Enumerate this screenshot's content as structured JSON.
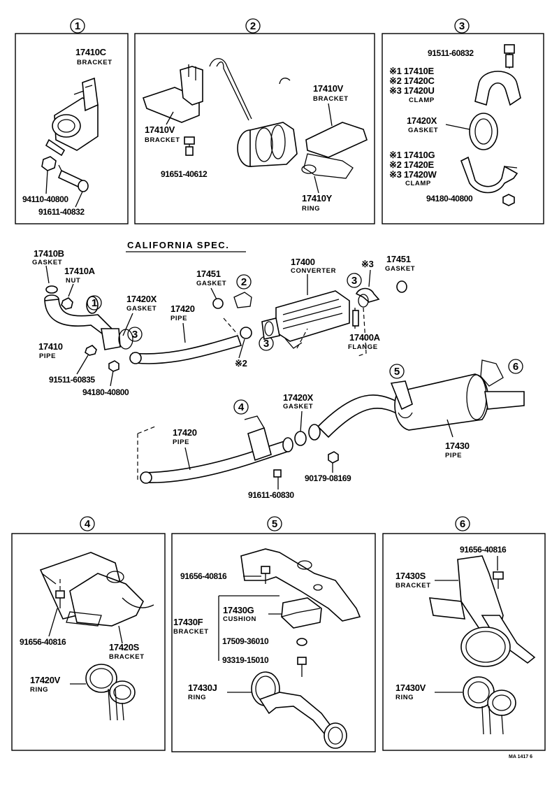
{
  "panels": {
    "p1": {
      "number": "1",
      "bracket": {
        "code": "17410C",
        "name": "BRACKET"
      },
      "nut_code": "94110-40800",
      "bolt_code": "91611-40832"
    },
    "p2": {
      "number": "2",
      "bracket_right": {
        "code": "17410V",
        "name": "BRACKET"
      },
      "bracket_left": {
        "code": "17410V",
        "name": "BRACKET"
      },
      "bolt_code": "91651-40612",
      "ring": {
        "code": "17410Y",
        "name": "RING"
      }
    },
    "p3": {
      "number": "3",
      "bolt_code": "91511-60832",
      "clamp_upper": {
        "l1": "※1 17410E",
        "l2": "※2 17420C",
        "l3": "※3 17420U",
        "name": "CLAMP"
      },
      "gasket": {
        "code": "17420X",
        "name": "GASKET"
      },
      "clamp_lower": {
        "l1": "※1 17410G",
        "l2": "※2 17420E",
        "l3": "※3 17420W",
        "name": "CLAMP"
      },
      "nut_code": "94180-40800"
    },
    "p4": {
      "number": "4",
      "bolt_code": "91656-40816",
      "bracket": {
        "code": "17420S",
        "name": "BRACKET"
      },
      "ring": {
        "code": "17420V",
        "name": "RING"
      }
    },
    "p5": {
      "number": "5",
      "bolt_code": "91656-40816",
      "cushion": {
        "code": "17430G",
        "name": "CUSHION"
      },
      "bracket": {
        "code": "17430F",
        "name": "BRACKET"
      },
      "washer_code": "17509-36010",
      "bolt2_code": "93319-15010",
      "ring": {
        "code": "17430J",
        "name": "RING"
      }
    },
    "p6": {
      "number": "6",
      "bolt_code": "91656-40816",
      "bracket": {
        "code": "17430S",
        "name": "BRACKET"
      },
      "ring": {
        "code": "17430V",
        "name": "RING"
      }
    }
  },
  "main": {
    "spec_title": "CALIFORNIA  SPEC.",
    "gasket_17410B": {
      "code": "17410B",
      "name": "GASKET"
    },
    "nut_17410A": {
      "code": "17410A",
      "name": "NUT"
    },
    "gasket_17420X_a": {
      "code": "17420X",
      "name": "GASKET"
    },
    "pipe_17420_a": {
      "code": "17420",
      "name": "PIPE"
    },
    "gasket_17451_a": {
      "code": "17451",
      "name": "GASKET"
    },
    "converter": {
      "code": "17400",
      "name": "CONVERTER"
    },
    "mark3": "※3",
    "gasket_17451_b": {
      "code": "17451",
      "name": "GASKET"
    },
    "flange": {
      "code": "17400A",
      "name": "FLANGE"
    },
    "pipe_17410": {
      "code": "17410",
      "name": "PIPE"
    },
    "bolt_91511": "91511-60835",
    "nut_94180": "94180-40800",
    "mark2": "※2",
    "gasket_17420X_b": {
      "code": "17420X",
      "name": "GASKET"
    },
    "pipe_17420_b": {
      "code": "17420",
      "name": "PIPE"
    },
    "pipe_17430": {
      "code": "17430",
      "name": "PIPE"
    },
    "nut_90179": "90179-08169",
    "bolt_91611": "91611-60830",
    "callouts": {
      "c1": "1",
      "c2": "2",
      "c3a": "3",
      "c3b": "3",
      "c3c": "3",
      "c4": "4",
      "c5": "5",
      "c6": "6"
    }
  },
  "footer_code": "MA 1417 6"
}
